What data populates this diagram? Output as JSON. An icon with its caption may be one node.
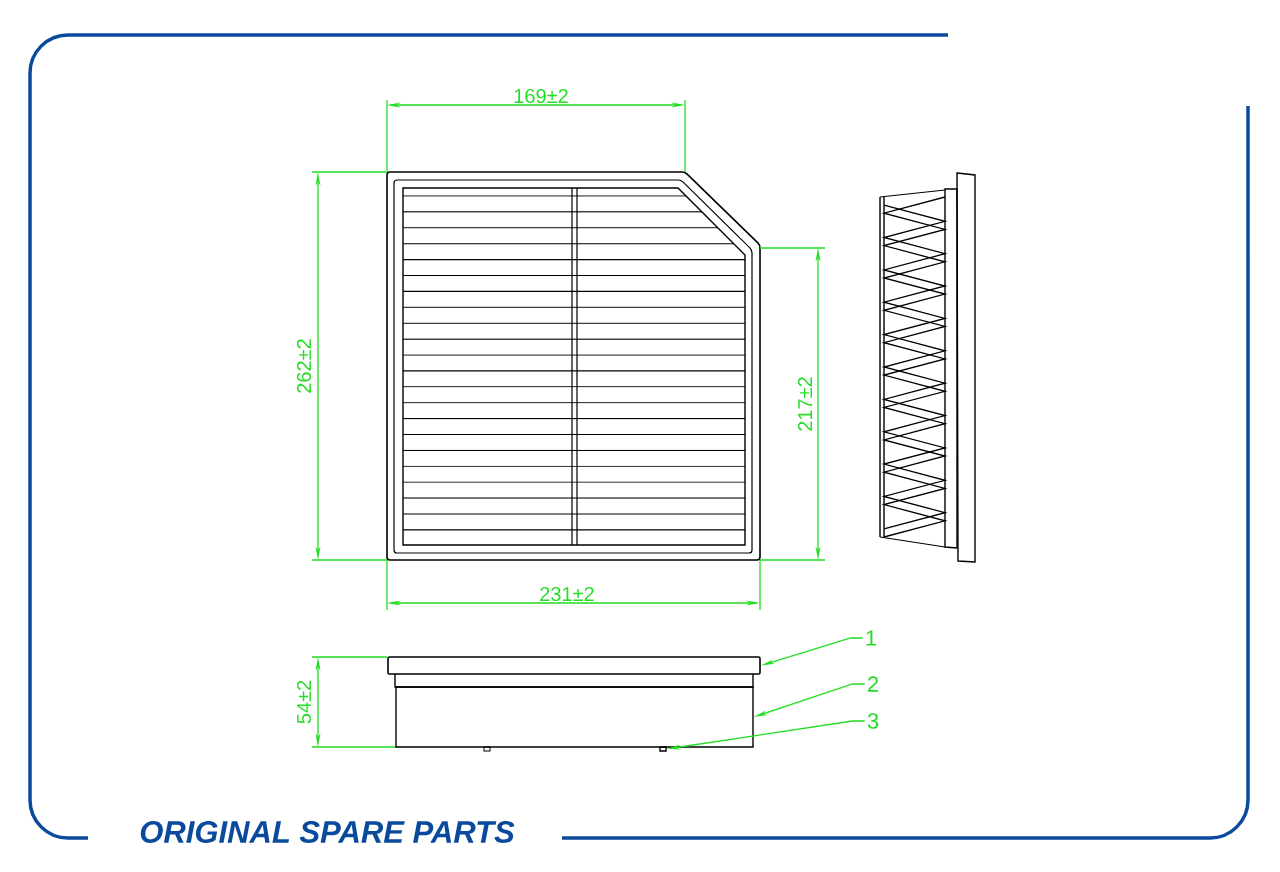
{
  "diagram": {
    "nodes": [
      {
        "text": [
          "1"
        ]
      },
      {
        "text": [
          "2"
        ]
      },
      {
        "text": [
          "3"
        ]
      },
      {
        "text": [],
        "shape": "bar"
      },
      {
        "text": [],
        "shape": "box"
      },
      {
        "text": [],
        "shape": "box"
      }
    ],
    "edges": [
      {
        "from": 0,
        "to": 3,
        "arrow": "to"
      },
      {
        "from": 1,
        "to": 4,
        "arrow": "to"
      },
      {
        "from": 2,
        "to": 5,
        "arrow": "to"
      }
    ],
    "labels": [
      "169±2",
      "262±2",
      "217±2",
      "231±2",
      "54±2",
      "ORIGINAL SPARE PARTS"
    ]
  }
}
